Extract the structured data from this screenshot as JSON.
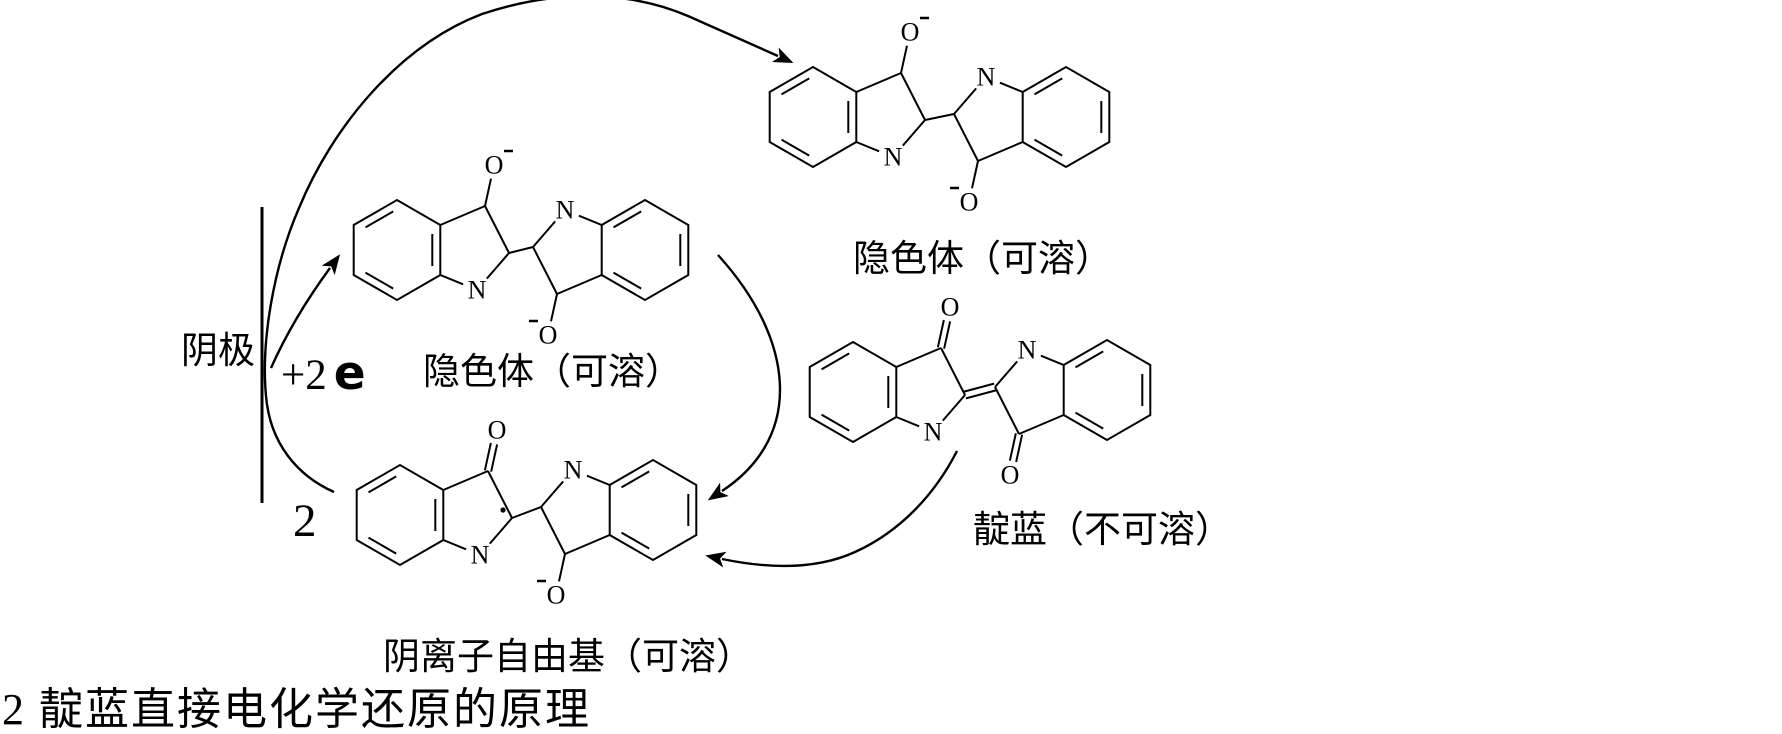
{
  "scheme": {
    "electrode_label": "阴极",
    "electron_transfer": {
      "prefix": "+2",
      "symbol": "e"
    },
    "coefficient": "2",
    "species": {
      "leuco_top": {
        "label": "隐色体（可溶）"
      },
      "leuco_mid": {
        "label": "隐色体（可溶）"
      },
      "indigo": {
        "label": "靛蓝（不可溶）"
      },
      "radical": {
        "label": "阴离子自由基（可溶）"
      }
    },
    "atom_labels": {
      "nitrogen": "N",
      "oxygen": "O"
    },
    "caption": "2 靛蓝直接电化学还原的原理",
    "colors": {
      "ink": "#000000",
      "background": "#ffffff"
    },
    "structures": [
      {
        "id": "leuco-mid",
        "central_bond": "single",
        "top_oxygen": {
          "bond": "single",
          "charge": "-",
          "charge_side": "right"
        },
        "bottom_oxygen": {
          "bond": "single",
          "charge": "-",
          "charge_side": "left"
        },
        "radical_dot": false
      },
      {
        "id": "leuco-top",
        "central_bond": "single",
        "top_oxygen": {
          "bond": "single",
          "charge": "-",
          "charge_side": "right"
        },
        "bottom_oxygen": {
          "bond": "single",
          "charge": "-",
          "charge_side": "left"
        },
        "radical_dot": false
      },
      {
        "id": "indigo",
        "central_bond": "double",
        "top_oxygen": {
          "bond": "double",
          "charge": null,
          "charge_side": null
        },
        "bottom_oxygen": {
          "bond": "double",
          "charge": null,
          "charge_side": null
        },
        "radical_dot": false
      },
      {
        "id": "radical",
        "central_bond": "single",
        "top_oxygen": {
          "bond": "double",
          "charge": null,
          "charge_side": null
        },
        "bottom_oxygen": {
          "bond": "single",
          "charge": "-",
          "charge_side": "left"
        },
        "radical_dot": true
      }
    ]
  }
}
